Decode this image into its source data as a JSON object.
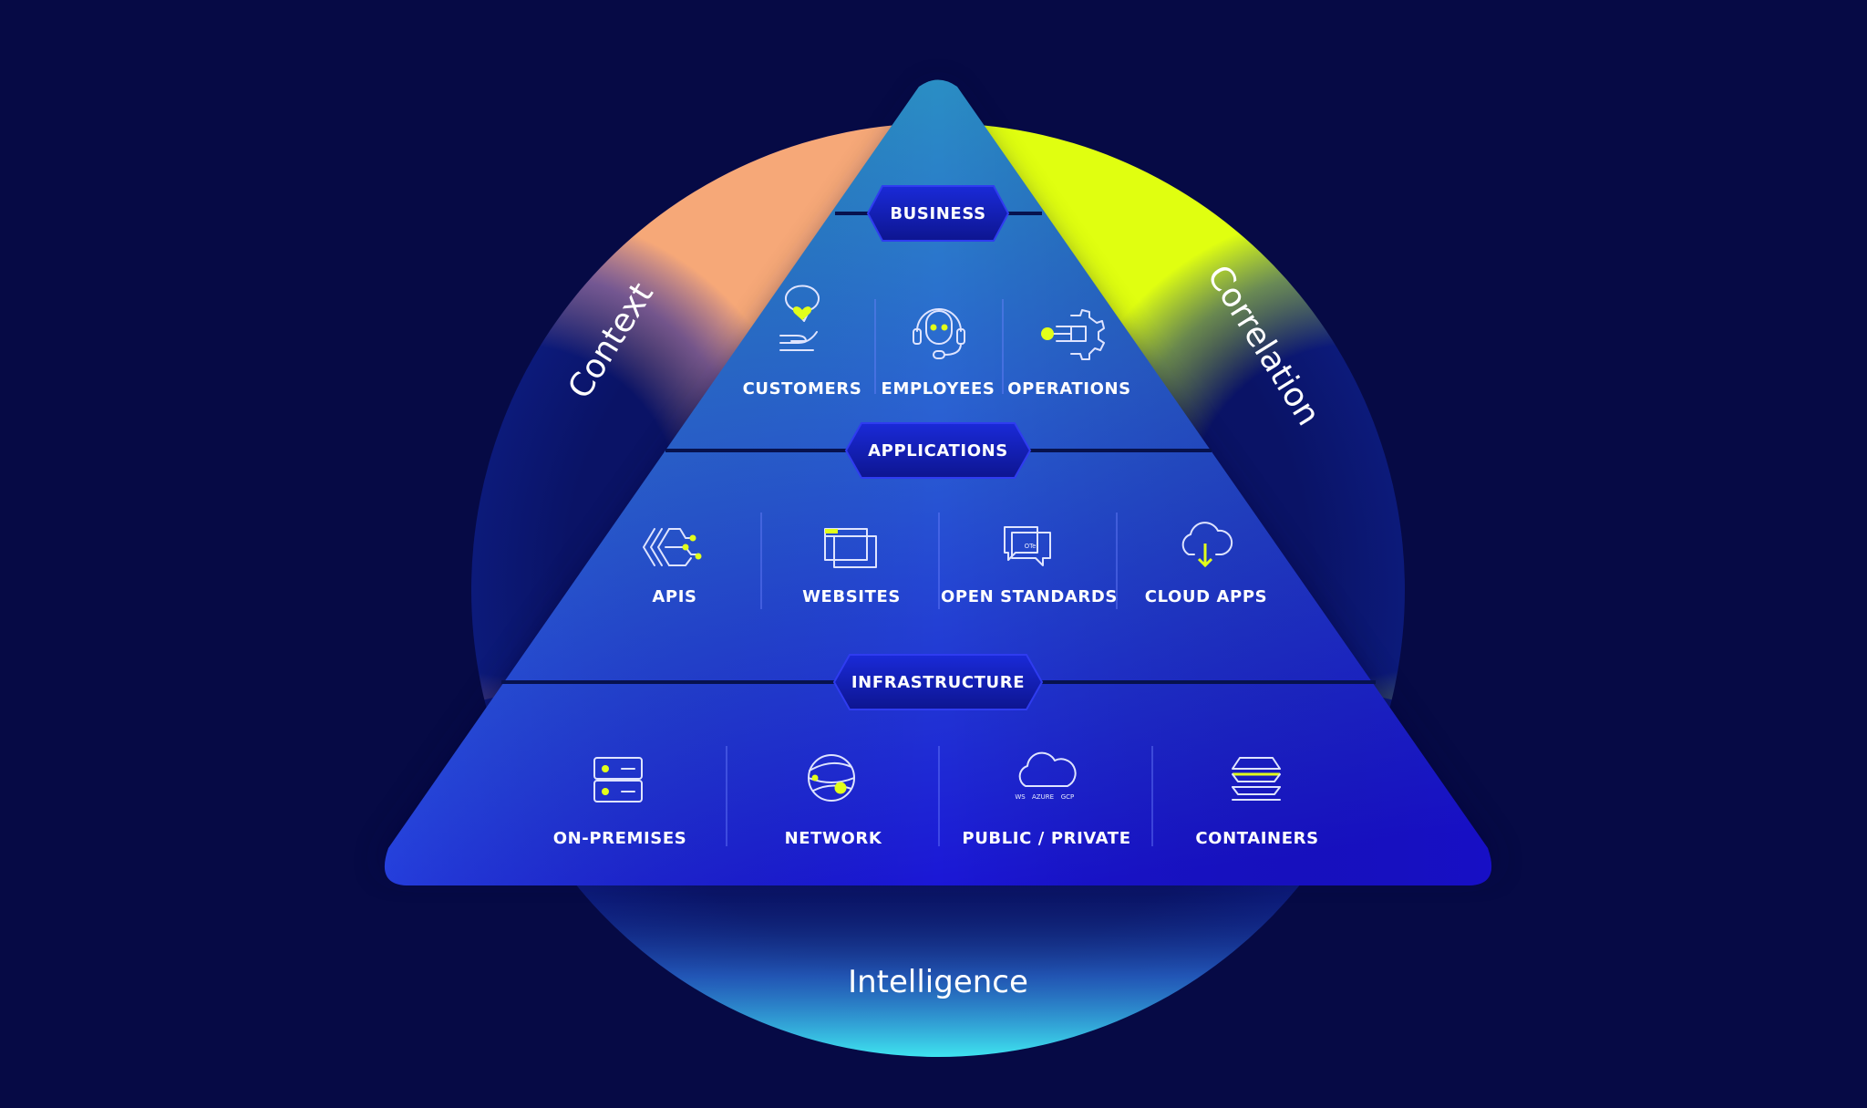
{
  "diagram": {
    "sides": {
      "left": "Context",
      "right": "Correlation",
      "bottom": "Intelligence"
    },
    "tiers": [
      {
        "name": "BUSINESS",
        "items": [
          {
            "label": "CUSTOMERS",
            "icon": "customer-heart-hand-icon"
          },
          {
            "label": "EMPLOYEES",
            "icon": "employee-headset-icon"
          },
          {
            "label": "OPERATIONS",
            "icon": "operations-gear-icon"
          }
        ]
      },
      {
        "name": "APPLICATIONS",
        "items": [
          {
            "label": "APIS",
            "icon": "api-connector-icon"
          },
          {
            "label": "WEBSITES",
            "icon": "website-windows-icon"
          },
          {
            "label": "OPEN STANDARDS",
            "icon": "open-standards-chat-icon",
            "badge": "OTel"
          },
          {
            "label": "CLOUD APPS",
            "icon": "cloud-download-icon"
          }
        ]
      },
      {
        "name": "INFRASTRUCTURE",
        "items": [
          {
            "label": "ON-PREMISES",
            "icon": "server-rack-icon"
          },
          {
            "label": "NETWORK",
            "icon": "network-globe-icon"
          },
          {
            "label": "PUBLIC / PRIVATE",
            "icon": "cloud-providers-icon",
            "providers": [
              "WS",
              "AZURE",
              "GCP"
            ]
          },
          {
            "label": "CONTAINERS",
            "icon": "container-layers-icon"
          }
        ]
      }
    ],
    "colors": {
      "background": "#060a45",
      "accent": "#e2ff1a",
      "context_glow": "#f6a878",
      "correlation_glow": "#d8ff1c",
      "intelligence_glow": "#3fe6f0",
      "pyramid_top": "#2a8fc4",
      "pyramid_bottom": "#1a14d6"
    }
  }
}
